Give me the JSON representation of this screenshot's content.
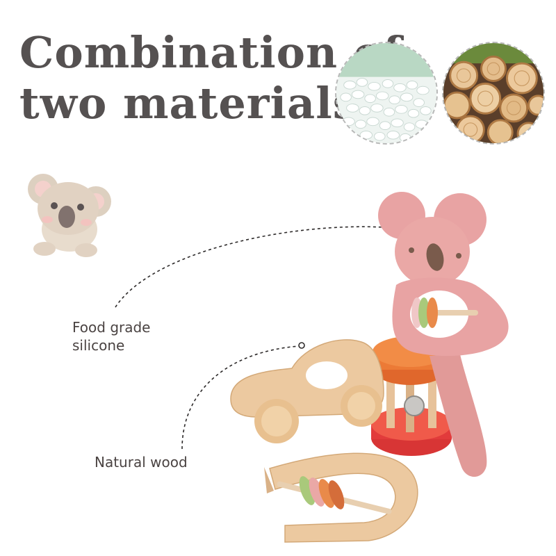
{
  "headline": {
    "line1": "Combination of",
    "line2": "two materials"
  },
  "materials": [
    {
      "name": "silicone-granules",
      "icon": "silicone-granules-thumbnail"
    },
    {
      "name": "wood-logs",
      "icon": "wood-logs-thumbnail"
    }
  ],
  "callouts": {
    "silicone": {
      "line1": "Food grade",
      "line2": "silicone"
    },
    "wood": {
      "line1": "Natural wood"
    }
  },
  "colors": {
    "headline": "#555151",
    "silicone_pink": "#e8a3a3",
    "wood": "#ecc9a0",
    "ring_orange": "#e98a4a",
    "base_red": "#e23b3b"
  }
}
